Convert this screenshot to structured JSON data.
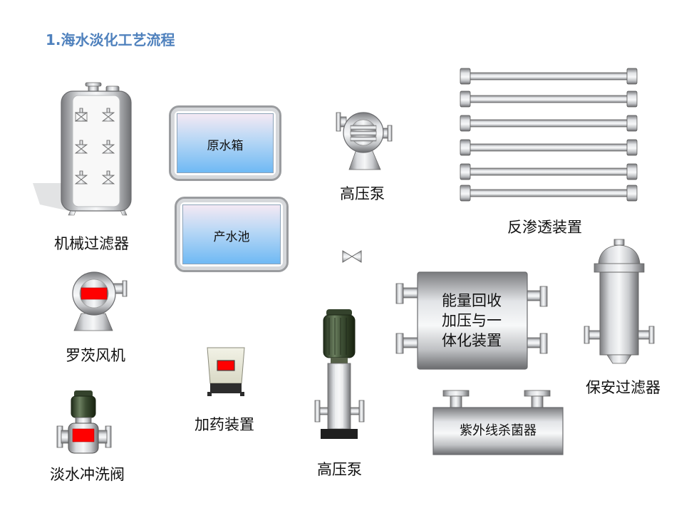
{
  "title": "1.海水淡化工艺流程",
  "equipment": {
    "mechanical_filter": "机械过滤器",
    "raw_water_tank": "原水箱",
    "product_water_pool": "产水池",
    "high_pressure_pump_top": "高压泵",
    "reverse_osmosis": "反渗透装置",
    "roots_blower": "罗茨风机",
    "dosing_device": "加药装置",
    "energy_recovery_line1": "能量回收",
    "energy_recovery_line2": "加压与一",
    "energy_recovery_line3": "体化装置",
    "security_filter": "保安过滤器",
    "freshwater_flush_valve": "淡水冲洗阀",
    "high_pressure_pump_bottom": "高压泵",
    "uv_sterilizer": "紫外线杀菌器"
  },
  "colors": {
    "title": "#4f81bd",
    "metal_dark": "#6d6e71",
    "metal_light": "#eef0f2",
    "tank_blue": "#7fc3f5",
    "motor_green": "#3a4a30",
    "indicator_red": "#ff0000"
  }
}
